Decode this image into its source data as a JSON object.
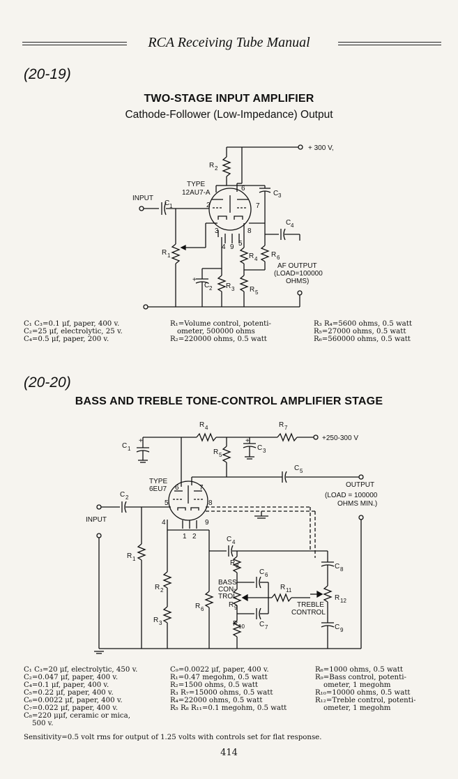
{
  "header": {
    "title": "RCA Receiving Tube Manual"
  },
  "section1": {
    "number": "(20-19)",
    "title": "TWO-STAGE INPUT AMPLIFIER",
    "subtitle": "Cathode-Follower (Low-Impedance) Output",
    "labels": {
      "supply": "+ 300 V,",
      "tube_type": "TYPE",
      "tube_name": "12AU7-A",
      "input": "INPUT",
      "c1": "C",
      "c1_sub": "1",
      "r2": "R",
      "r2_sub": "2",
      "c3": "C",
      "c3_sub": "3",
      "c4": "C",
      "c4_sub": "4",
      "r1": "R",
      "r1_sub": "1",
      "r4": "R",
      "r4_sub": "4",
      "r6": "R",
      "r6_sub": "6",
      "c2": "C",
      "c2_sub": "2",
      "r3": "R",
      "r3_sub": "3",
      "r5": "R",
      "r5_sub": "5",
      "pin6": "6",
      "pin2": "2",
      "pin7": "7",
      "pin3": "3",
      "pin8": "8",
      "pin4": "4",
      "pin9": "9",
      "pin5": "5",
      "output1": "AF OUTPUT",
      "output2": "(LOAD=100000",
      "output3": "OHMS)",
      "plus": "+"
    },
    "parts_col1": [
      "C₁ C₃=0.1 μf, paper, 400 v.",
      "C₂=25 μf, electrolytic, 25 v.",
      "C₄=0.5 μf, paper, 200 v."
    ],
    "parts_col2": [
      "R₁=Volume control, potenti-",
      "ometer, 500000 ohms",
      "R₂=220000 ohms, 0.5 watt"
    ],
    "parts_col3": [
      "R₃ R₄=5600 ohms, 0.5 watt",
      "R₅=27000 ohms, 0.5 watt",
      "R₆=560000 ohms, 0.5 watt"
    ]
  },
  "section2": {
    "number": "(20-20)",
    "title": "BASS AND TREBLE TONE-CONTROL AMPLIFIER STAGE",
    "labels": {
      "supply": "+250-300 V",
      "r4": "R",
      "r4_sub": "4",
      "r7": "R",
      "r7_sub": "7",
      "c1": "C",
      "c1_sub": "1",
      "c3": "C",
      "c3_sub": "3",
      "r5": "R",
      "r5_sub": "5",
      "c5": "C",
      "c5_sub": "5",
      "tube_type": "TYPE",
      "tube_name": "6EU7",
      "c2": "C",
      "c2_sub": "2",
      "output": "OUTPUT",
      "load1": "(LOAD = 100000",
      "load2": "OHMS  MIN.)",
      "input": "INPUT",
      "pin6": "6",
      "pin7": "7",
      "pin5": "5",
      "pin8": "8",
      "pin4": "4",
      "pin9": "9",
      "pin1": "1",
      "pin2": "2",
      "c4": "C",
      "c4_sub": "4",
      "r1": "R",
      "r1_sub": "1",
      "r8": "R",
      "r8_sub": "8",
      "c6": "C",
      "c6_sub": "6",
      "c8": "C",
      "c8_sub": "8",
      "bass1": "BASS",
      "bass2": "CON-",
      "bass3": "TROL",
      "r11": "R",
      "r11_sub": "11",
      "r2": "R",
      "r2_sub": "2",
      "r9": "R",
      "r9_sub": "9",
      "r12": "R",
      "r12_sub": "12",
      "treble1": "TREBLE",
      "treble2": "CONTROL",
      "r6": "R",
      "r6_sub": "6",
      "r10": "R",
      "r10_sub": "10",
      "c7": "C",
      "c7_sub": "7",
      "c9": "C",
      "c9_sub": "9",
      "r3": "R",
      "r3_sub": "3",
      "plus": "+"
    },
    "parts_col1": [
      "C₁ C₃=20 μf, electrolytic, 450 v.",
      "C₂=0.047 μf, paper, 400 v.",
      "C₄=0.1 μf, paper, 400 v.",
      "C₅=0.22 μf, paper, 400 v.",
      "C₆=0.0022 μf, paper, 400 v.",
      "C₇=0.022 μf, paper, 400 v.",
      "C₈=220 μμf, ceramic or mica,",
      "  500 v."
    ],
    "parts_col2": [
      "C₉=0.0022 μf, paper, 400 v.",
      "R₁=0.47 megohm, 0.5 watt",
      "R₂=1500 ohms, 0.5 watt",
      "R₃ R₇=15000 ohms, 0.5 watt",
      "R₄=22000 ohms, 0.5 watt",
      "R₅ R₈ R₁₁=0.1 megohm, 0.5 watt"
    ],
    "parts_col3": [
      "R₆=1000 ohms, 0.5 watt",
      "R₉=Bass control, potenti-",
      "ometer, 1 megohm",
      "R₁₀=10000 ohms, 0.5 watt",
      "R₁₂=Treble control, potenti-",
      "ometer, 1 megohm"
    ],
    "sensitivity": "Sensitivity=0.5 volt rms for output of 1.25 volts with controls set for flat response."
  },
  "page_number": "414"
}
